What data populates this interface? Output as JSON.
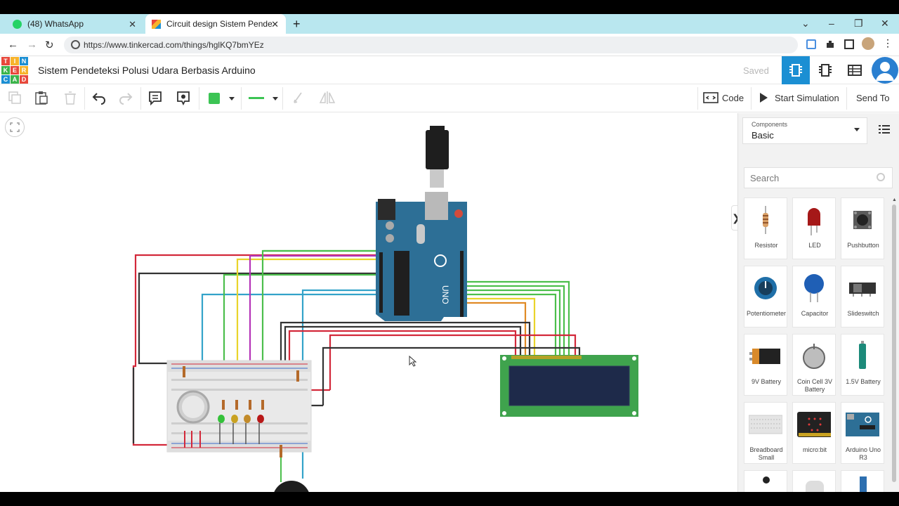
{
  "browser": {
    "tabs": [
      {
        "label": "(48) WhatsApp",
        "active": false
      },
      {
        "label": "Circuit design Sistem Pendeteksi",
        "active": true
      }
    ],
    "url": "https://www.tinkercad.com/things/hglKQ7bmYEz"
  },
  "app": {
    "logo_letters": [
      "T",
      "I",
      "N",
      "K",
      "E",
      "R",
      "C",
      "A",
      "D"
    ],
    "title": "Sistem Pendeteksi Polusi Udara Berbasis Arduino",
    "saved_label": "Saved"
  },
  "toolbar": {
    "code_label": "Code",
    "start_label": "Start Simulation",
    "send_label": "Send To",
    "wire_color": "#3cc454"
  },
  "panel": {
    "components_label": "Components",
    "components_value": "Basic",
    "search_placeholder": "Search",
    "items": [
      {
        "label": "Resistor",
        "icon": "resistor-icon"
      },
      {
        "label": "LED",
        "icon": "led-icon"
      },
      {
        "label": "Pushbutton",
        "icon": "pushbutton-icon"
      },
      {
        "label": "Potentiometer",
        "icon": "potentiometer-icon"
      },
      {
        "label": "Capacitor",
        "icon": "capacitor-icon"
      },
      {
        "label": "Slideswitch",
        "icon": "slideswitch-icon"
      },
      {
        "label": "9V Battery",
        "icon": "battery-9v-icon"
      },
      {
        "label": "Coin Cell 3V Battery",
        "icon": "coin-cell-icon"
      },
      {
        "label": "1.5V Battery",
        "icon": "battery-aa-icon"
      },
      {
        "label": "Breadboard Small",
        "icon": "breadboard-icon"
      },
      {
        "label": "micro:bit",
        "icon": "microbit-icon"
      },
      {
        "label": "Arduino Uno R3",
        "icon": "arduino-icon"
      }
    ]
  },
  "colors": {
    "accent": "#1b8fd3",
    "tab_strip": "#b9e7ef",
    "arduino_board": "#2d6f96",
    "breadboard": "#e9e9e9",
    "lcd_board": "#3fa34d",
    "lcd_screen": "#1e2a4a"
  }
}
